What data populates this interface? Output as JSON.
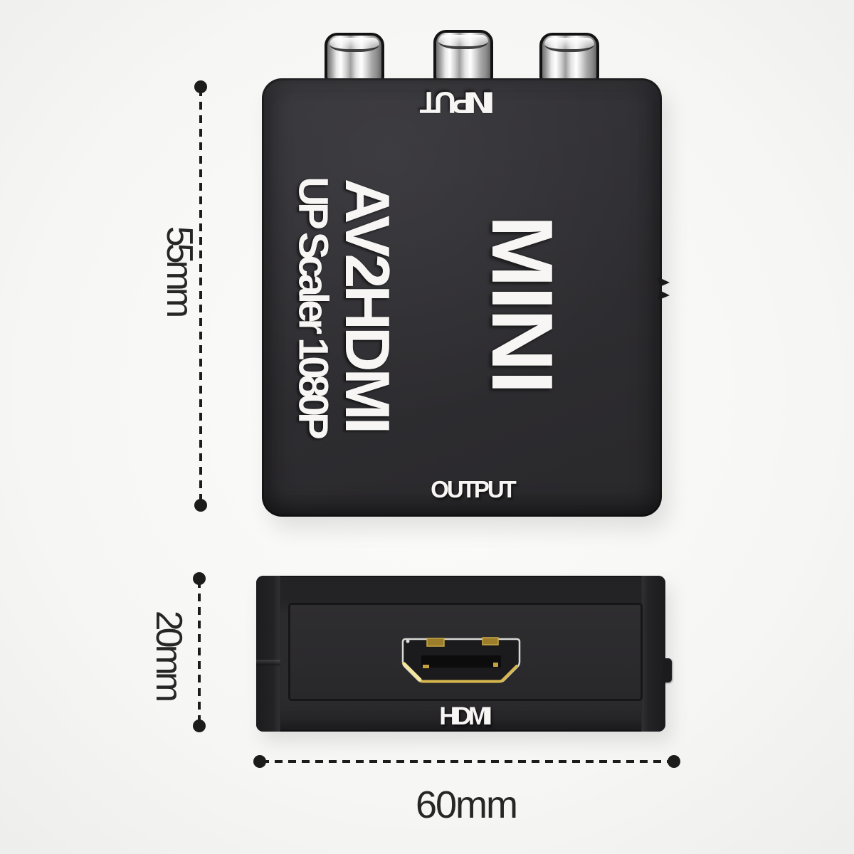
{
  "product": {
    "brand": "MINI",
    "model": "AV2HDMI",
    "subtitle": "UP Scaler 1080P",
    "input_label": "INPUT",
    "output_label": "OUTPUT",
    "hdmi_label": "HDMI"
  },
  "dimensions": {
    "height": "55mm",
    "thickness": "20mm",
    "width": "60mm"
  },
  "colors": {
    "background": "#f6f6f4",
    "body_charcoal": "#2d2c2f",
    "print_white": "#f7f6f4",
    "chrome": "#e9e9e9",
    "gold": "#c9a53f",
    "dim_line": "#1c1c1c",
    "dim_text": "#262626"
  }
}
